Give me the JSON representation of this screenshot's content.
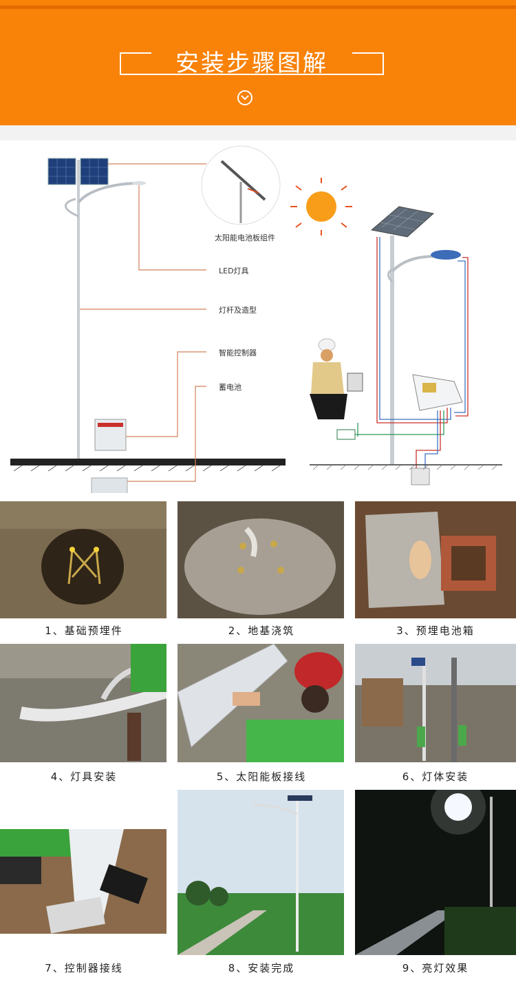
{
  "header": {
    "title": "安装步骤图解"
  },
  "diagram": {
    "labels": {
      "panel": "太阳能电池板组件",
      "lamp": "LED灯具",
      "pole": "灯杆及造型",
      "controller": "智能控制器",
      "battery": "蓄电池"
    },
    "colors": {
      "accent": "#f98208",
      "leader": "#d4805a"
    }
  },
  "steps": [
    {
      "caption": "1、基础预埋件",
      "icon": "photo-foundation"
    },
    {
      "caption": "2、地基浇筑",
      "icon": "photo-concrete"
    },
    {
      "caption": "3、预埋电池箱",
      "icon": "photo-battery-box"
    },
    {
      "caption": "4、灯具安装",
      "icon": "photo-lamp-install"
    },
    {
      "caption": "5、太阳能板接线",
      "icon": "photo-panel-wiring"
    },
    {
      "caption": "6、灯体安装",
      "icon": "photo-pole-install"
    },
    {
      "caption": "7、控制器接线",
      "icon": "photo-controller-wiring"
    },
    {
      "caption": "8、安装完成",
      "icon": "photo-complete"
    },
    {
      "caption": "9、亮灯效果",
      "icon": "photo-lighting"
    }
  ]
}
